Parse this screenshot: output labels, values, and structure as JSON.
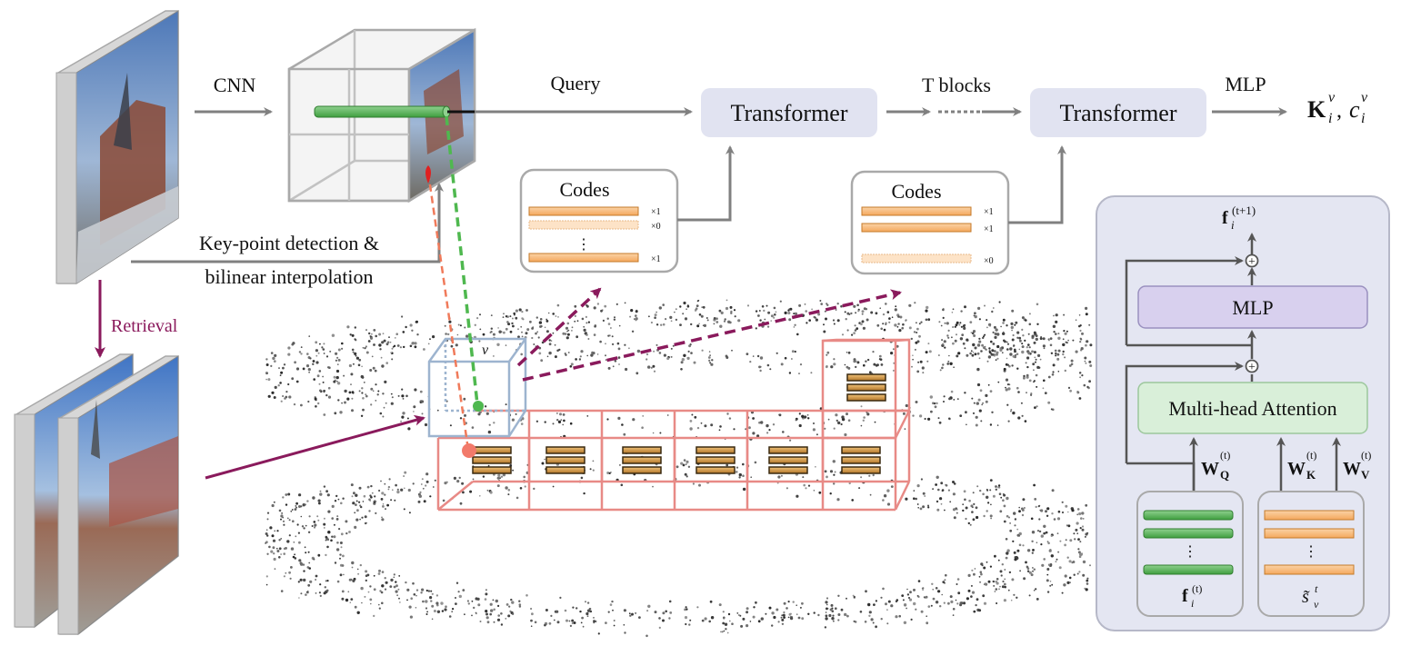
{
  "diagram": {
    "labels": {
      "cnn": "CNN",
      "query": "Query",
      "t_blocks": "T blocks",
      "mlp_top": "MLP",
      "keypoint_line1": "Key-point detection &",
      "keypoint_line2": "bilinear interpolation",
      "retrieval": "Retrieval",
      "voxel_v": "v"
    },
    "transformers": {
      "first": "Transformer",
      "second": "Transformer"
    },
    "output": {
      "K": "K",
      "K_sub": "i",
      "K_sup": "v",
      "sep": ", ",
      "c": "c",
      "c_sub": "i",
      "c_sup": "v"
    },
    "codes_left": {
      "title": "Codes",
      "multipliers": [
        "×1",
        "×0",
        "×1"
      ],
      "dots": "⋮"
    },
    "codes_right": {
      "title": "Codes",
      "multipliers": [
        "×1",
        "×1",
        "×0"
      ]
    },
    "block_detail": {
      "out_f": "f",
      "out_sub": "i",
      "out_sup": "(t+1)",
      "mlp": "MLP",
      "attention": "Multi-head Attention",
      "plus": "+",
      "wq": "W",
      "wq_sub": "Q",
      "wq_sup": "(t)",
      "wk": "W",
      "wk_sub": "K",
      "wk_sup": "(t)",
      "wv": "W",
      "wv_sub": "V",
      "wv_sup": "(t)",
      "f_label": "f",
      "f_sub": "i",
      "f_sup": "(t)",
      "s_label": "s̃",
      "s_sub": "v",
      "s_sup": "t",
      "dots": "⋮"
    },
    "colors": {
      "arrow_gray": "#808080",
      "transformer_box": "#e1e3f1",
      "code_orange": "#f9b978",
      "code_orange_faded": "#fde3c7",
      "feature_green": "#5cb85c",
      "retrieval_purple": "#8a1a5c",
      "mlp_purple": "#d8d0ee",
      "attention_green": "#d9efd9",
      "detail_panel": "#e4e6f2",
      "voxel_red": "#e88a86",
      "voxel_blue": "#9db4cf"
    }
  }
}
